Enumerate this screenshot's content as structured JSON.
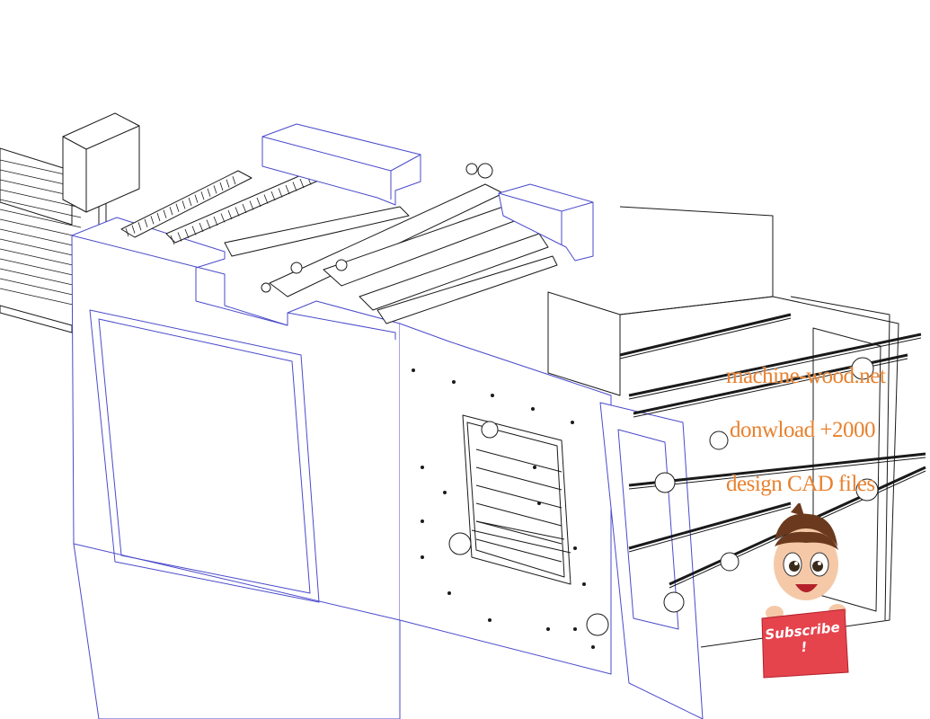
{
  "watermark": {
    "line1": "machine-wood.net",
    "line2": "donwload +2000",
    "line3": "design CAD files",
    "color": "#e8812e"
  },
  "subscribe": {
    "label": "Subscribe !",
    "button_color": "#e5444d",
    "icon": "cartoon-boy-mascot-icon"
  },
  "drawing": {
    "stroke_color": "#1a1a1a",
    "outline_color": "#4a4acc"
  }
}
